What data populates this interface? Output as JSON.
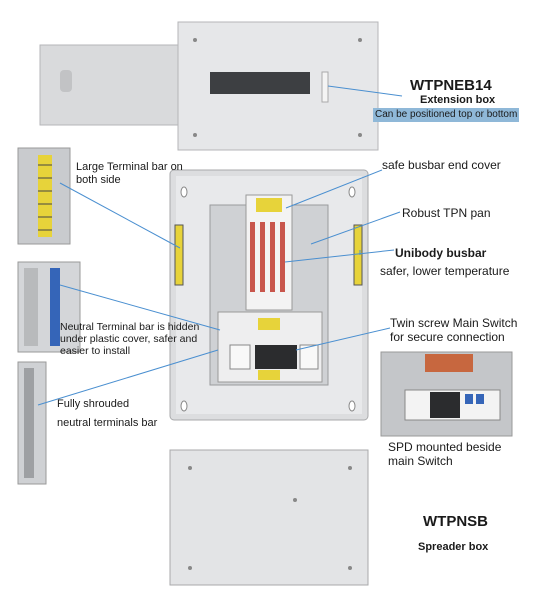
{
  "products": {
    "extension": {
      "code": "WTPNEB14",
      "name": "Extension box",
      "note": "Can be positioned top or bottom"
    },
    "spreader": {
      "code": "WTPNSB",
      "name": "Spreader box"
    }
  },
  "callouts": {
    "large_terminal": "Large Terminal bar on both side",
    "neutral_hidden": "Neutral Terminal bar is hidden under plastic cover, safer and easier to install",
    "fully_shrouded_1": "Fully shrouded",
    "fully_shrouded_2": "neutral terminals bar",
    "busbar_end_cover": "safe busbar end cover",
    "robust_pan": "Robust TPN pan",
    "unibody_title": "Unibody busbar",
    "unibody_sub": "safer, lower temperature",
    "twin_screw": "Twin screw Main Switch for secure connection",
    "spd": "SPD mounted beside main Switch"
  },
  "colors": {
    "callout_line": "#4a8fd0",
    "enclosure": "#e3e4e6",
    "terminal_yellow": "#e7d33a",
    "breaker_red": "#c8564c"
  }
}
